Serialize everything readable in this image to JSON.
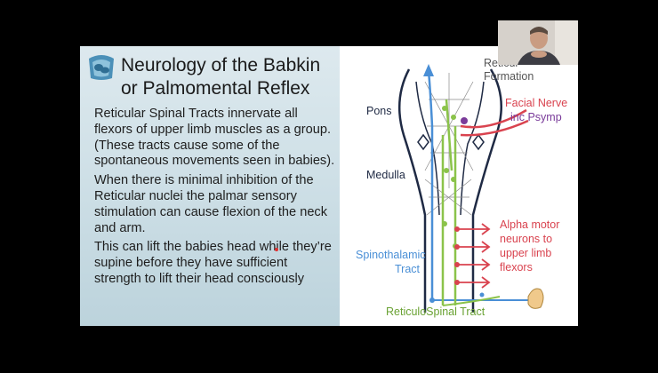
{
  "slide": {
    "title": "Neurology of the Babkin or Palmomental Reflex",
    "bullets": [
      "Reticular Spinal Tracts innervate all flexors of upper limb muscles as a group. (These tracts cause some of the spontaneous movements seen in babies).",
      "When there is minimal inhibition of the Reticular nuclei the palmar sensory stimulation can cause flexion of the neck and arm.",
      "This can lift the babies head while they’re supine before they have sufficient strength to lift their head consciously"
    ]
  },
  "diagram": {
    "labels": {
      "reticular_formation_line1": "Reticul",
      "reticular_formation_line2": "Formation",
      "pons": "Pons",
      "medulla": "Medulla",
      "facial_nerve_line1": "Facial Nerve",
      "facial_nerve_line2": "inc Psymp",
      "alpha_line1": "Alpha motor",
      "alpha_line2": "neurons to",
      "alpha_line3": "upper limb",
      "alpha_line4": "flexors",
      "spinothalamic_line1": "Spinothalamic",
      "spinothalamic_line2": "Tract",
      "reticulospinal": "ReticuloSpinal Tract"
    },
    "colors": {
      "brainstem_outline": "#1f2a44",
      "spinothalamic": "#4a8fd6",
      "reticulospinal": "#8bc34a",
      "alpha_motor": "#d9434f",
      "facial_nerve": "#d9434f",
      "psymp": "#7a3b9a"
    }
  },
  "webcam": {
    "icon": "presenter-video"
  }
}
